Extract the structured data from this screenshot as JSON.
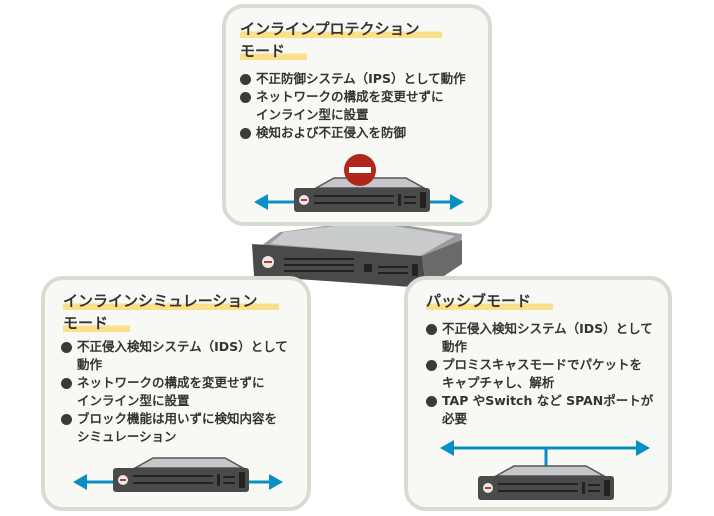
{
  "panels": {
    "inline_protection": {
      "title_lines": [
        "インラインプロテクション",
        "モード"
      ],
      "items": [
        {
          "lines": [
            "不正防御システム（IPS）として動作"
          ]
        },
        {
          "lines": [
            "ネットワークの構成を変更せずに",
            "インライン型に設置"
          ]
        },
        {
          "lines": [
            "検知および不正侵入を防御"
          ]
        }
      ]
    },
    "inline_simulation": {
      "title_lines": [
        "インラインシミュレーション",
        "モード"
      ],
      "items": [
        {
          "lines": [
            "不正侵入検知システム（IDS）として",
            "動作"
          ]
        },
        {
          "lines": [
            "ネットワークの構成を変更せずに",
            "インライン型に設置"
          ]
        },
        {
          "lines": [
            "ブロック機能は用いずに検知内容を",
            "シミュレーション"
          ]
        }
      ]
    },
    "passive": {
      "title_lines": [
        "パッシブモード"
      ],
      "items": [
        {
          "lines": [
            "不正侵入検知システム（IDS）として",
            "動作"
          ]
        },
        {
          "lines": [
            "プロミスキャスモードでパケットを",
            "キャプチャし、解析"
          ]
        },
        {
          "lines": [
            "TAP やSwitch など SPANポートが",
            "必要"
          ]
        }
      ]
    }
  },
  "colors": {
    "arrow": "#0a8fc4",
    "block": "#b1261a",
    "highlight": "#fbe08c",
    "border": "#d6ddd0"
  }
}
